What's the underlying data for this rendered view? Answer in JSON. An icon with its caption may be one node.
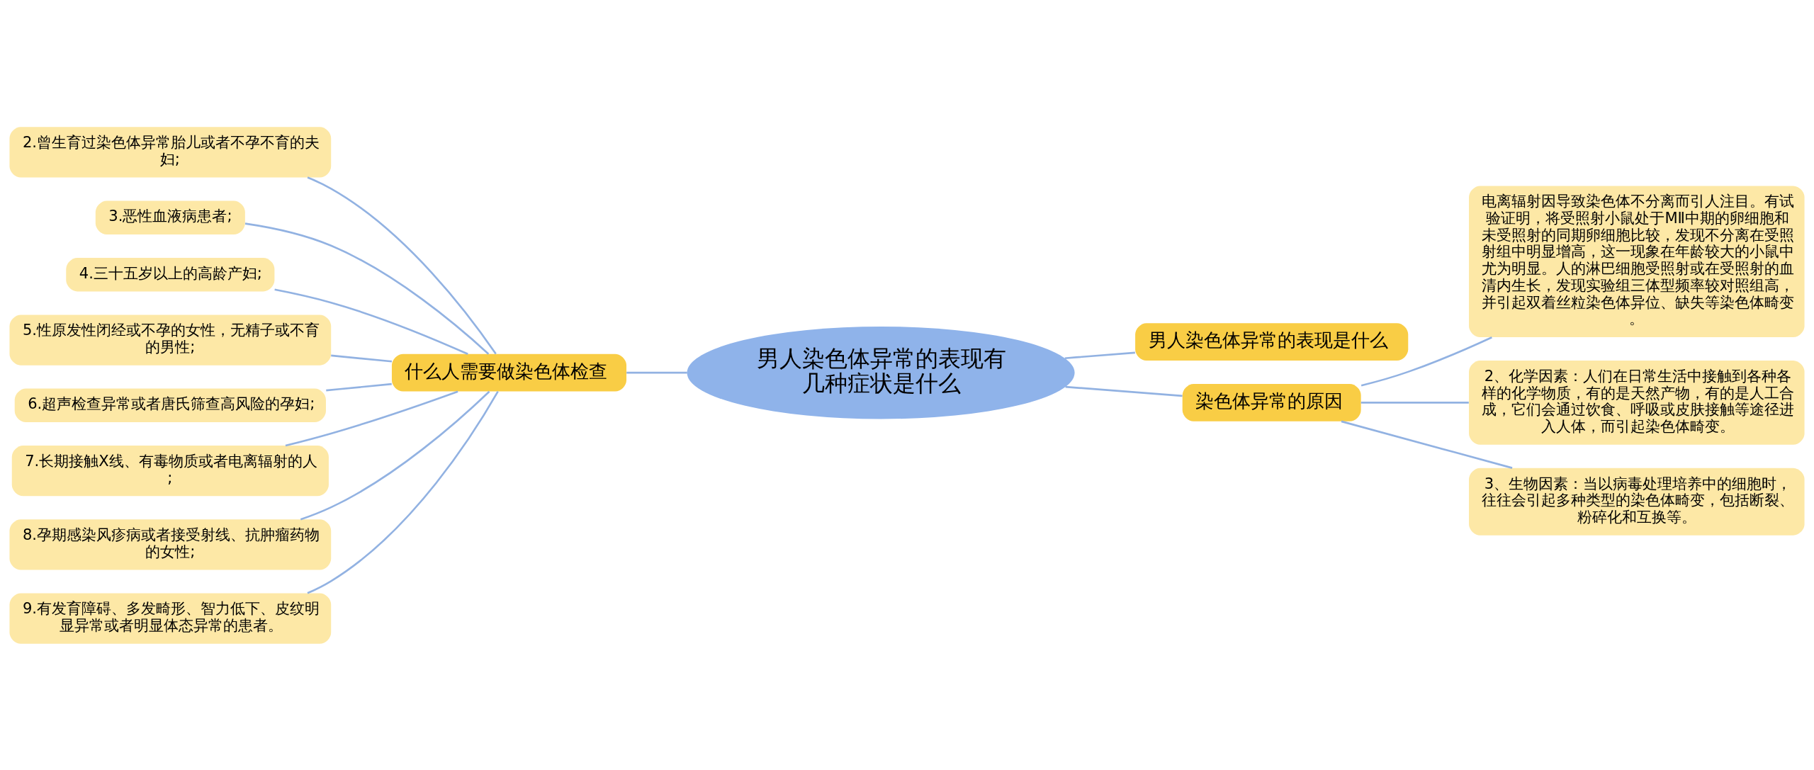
{
  "diagram": {
    "nodes": [
      {
        "text": [
          "男人染色体异常的表现有几种症状是什么"
        ]
      },
      {
        "text": [
          "什么人需要做染色体检查"
        ]
      },
      {
        "text": [
          "2.曾生育过染色体异常胎儿或者不孕不育的夫妇;"
        ]
      },
      {
        "text": [
          "3.恶性血液病患者;"
        ]
      },
      {
        "text": [
          "4.三十五岁以上的高龄产妇;"
        ]
      },
      {
        "text": [
          "5.性原发性闭经或不孕的女性，无精子或不育的男性;"
        ]
      },
      {
        "text": [
          "6.超声检查异常或者唐氏筛查高风险的孕妇;"
        ]
      },
      {
        "text": [
          "7.长期接触X线、有毒物质或者电离辐射的人;"
        ]
      },
      {
        "text": [
          "8.孕期感染风疹病或者接受射线、抗肿瘤药物的女性;"
        ]
      },
      {
        "text": [
          "9.有发育障碍、多发畸形、智力低下、皮纹明显异常或者明显体态异常的患者。"
        ]
      },
      {
        "text": [
          "男人染色体异常的表现是什么"
        ]
      },
      {
        "text": [
          "染色体异常的原因"
        ]
      },
      {
        "text": [
          "电离辐射因导致染色体不分离而引人注目。有试验证明，将受照射小鼠处于MⅡ中期的卵细胞和未受照射的同期卵细胞比较，发现不分离在受照射组中明显增高，这一现象在年龄较大的小鼠中尤为明显。人的淋巴细胞受照射或在受照射的血清内生长，发现实验组三体型频率较对照组高，并引起双着丝粒染色体异位、缺失等染色体畸变。"
        ]
      },
      {
        "text": [
          "2、化学因素：人们在日常生活中接触到各种各样的化学物质，有的是天然产物，有的是人工合成，它们会通过饮食、呼吸或皮肤接触等途径进入人体，而引起染色体畸变。"
        ]
      },
      {
        "text": [
          "3、生物因素：当以病毒处理培养中的细胞时，往往会引起多种类型的染色体畸变，包括断裂、粉碎化和互换等。"
        ]
      }
    ],
    "edges": [
      {
        "from": 0,
        "to": 1,
        "arrow": "none"
      },
      {
        "from": 1,
        "to": 2,
        "arrow": "none"
      },
      {
        "from": 1,
        "to": 3,
        "arrow": "none"
      },
      {
        "from": 1,
        "to": 4,
        "arrow": "none"
      },
      {
        "from": 1,
        "to": 5,
        "arrow": "none"
      },
      {
        "from": 1,
        "to": 6,
        "arrow": "none"
      },
      {
        "from": 1,
        "to": 7,
        "arrow": "none"
      },
      {
        "from": 1,
        "to": 8,
        "arrow": "none"
      },
      {
        "from": 1,
        "to": 9,
        "arrow": "none"
      },
      {
        "from": 0,
        "to": 10,
        "arrow": "none"
      },
      {
        "from": 0,
        "to": 11,
        "arrow": "none"
      },
      {
        "from": 11,
        "to": 12,
        "arrow": "none"
      },
      {
        "from": 11,
        "to": 13,
        "arrow": "none"
      },
      {
        "from": 11,
        "to": 14,
        "arrow": "none"
      }
    ]
  }
}
